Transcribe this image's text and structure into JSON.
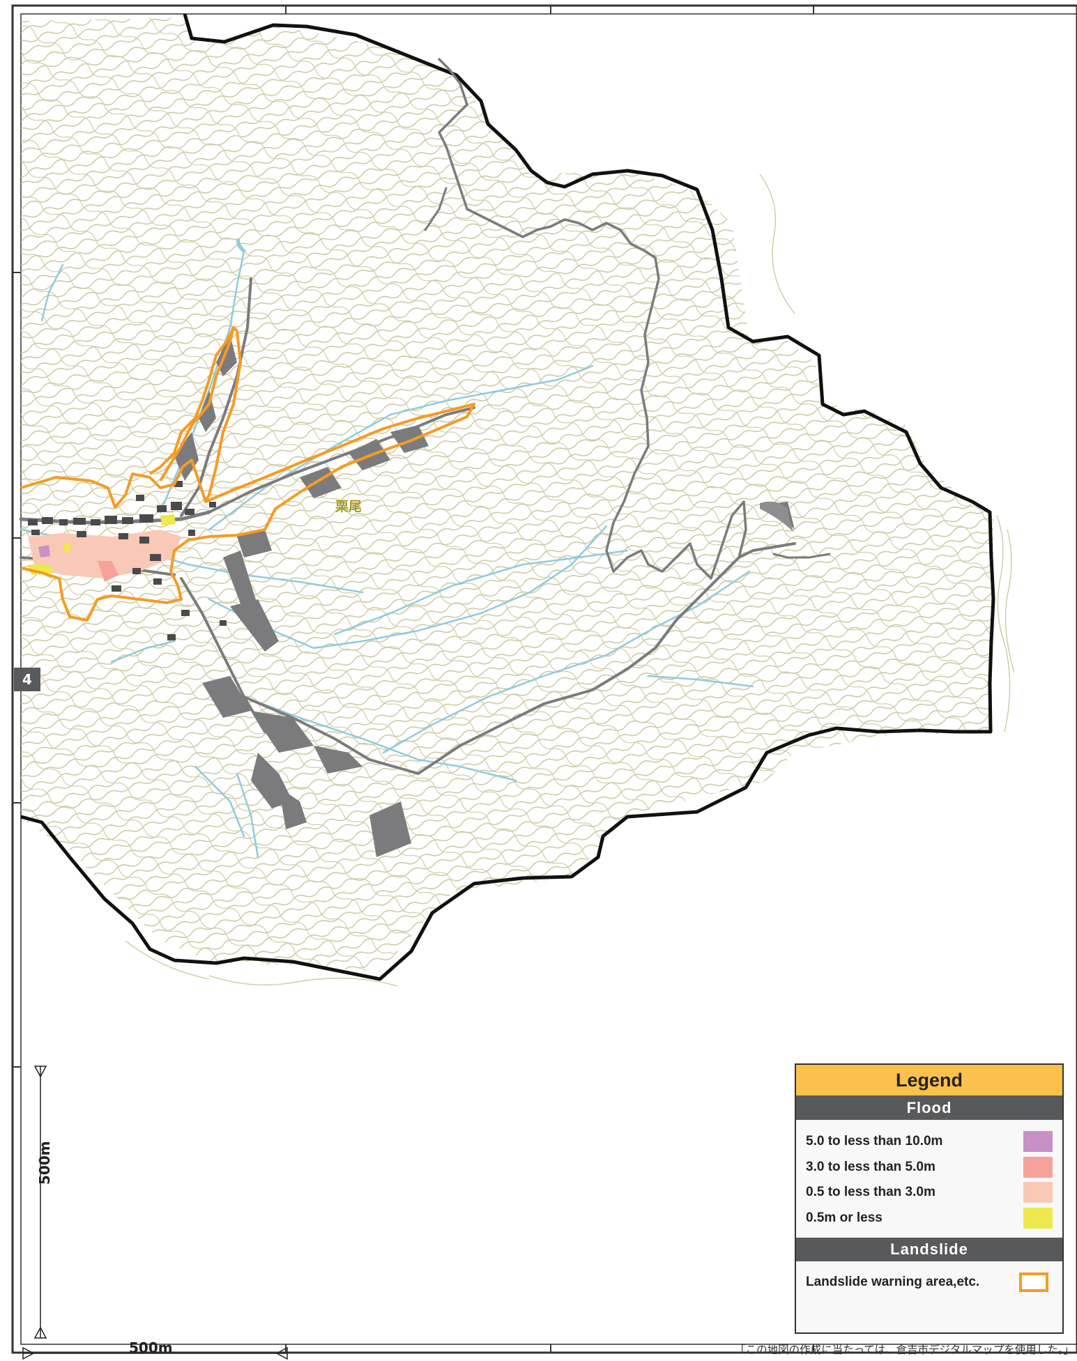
{
  "map": {
    "sheet_number": "4",
    "place_name": "栗尾",
    "scale_vertical_label": "500m",
    "scale_horizontal_label": "500m",
    "credit": "「この地図の作成に当たっては、倉吉市デジタルマップを使用した。」"
  },
  "legend": {
    "title": "Legend",
    "flood": {
      "heading": "Flood",
      "items": [
        {
          "label": "5.0 to less than 10.0m",
          "color": "#c890c7"
        },
        {
          "label": "3.0 to less than 5.0m",
          "color": "#f5a39a"
        },
        {
          "label": "0.5 to less than 3.0m",
          "color": "#f9c8b7"
        },
        {
          "label": "0.5m or less",
          "color": "#ece84e"
        }
      ]
    },
    "landslide": {
      "heading": "Landslide",
      "items": [
        {
          "label": "Landslide warning area,etc.",
          "color": "#f59b23"
        }
      ]
    }
  },
  "colors": {
    "contour": "#c9c79b",
    "river": "#8fcbdc",
    "road": "#7b7b7d",
    "boundary": "#111111",
    "landslide": "#f59b23",
    "frame": "#333333"
  }
}
